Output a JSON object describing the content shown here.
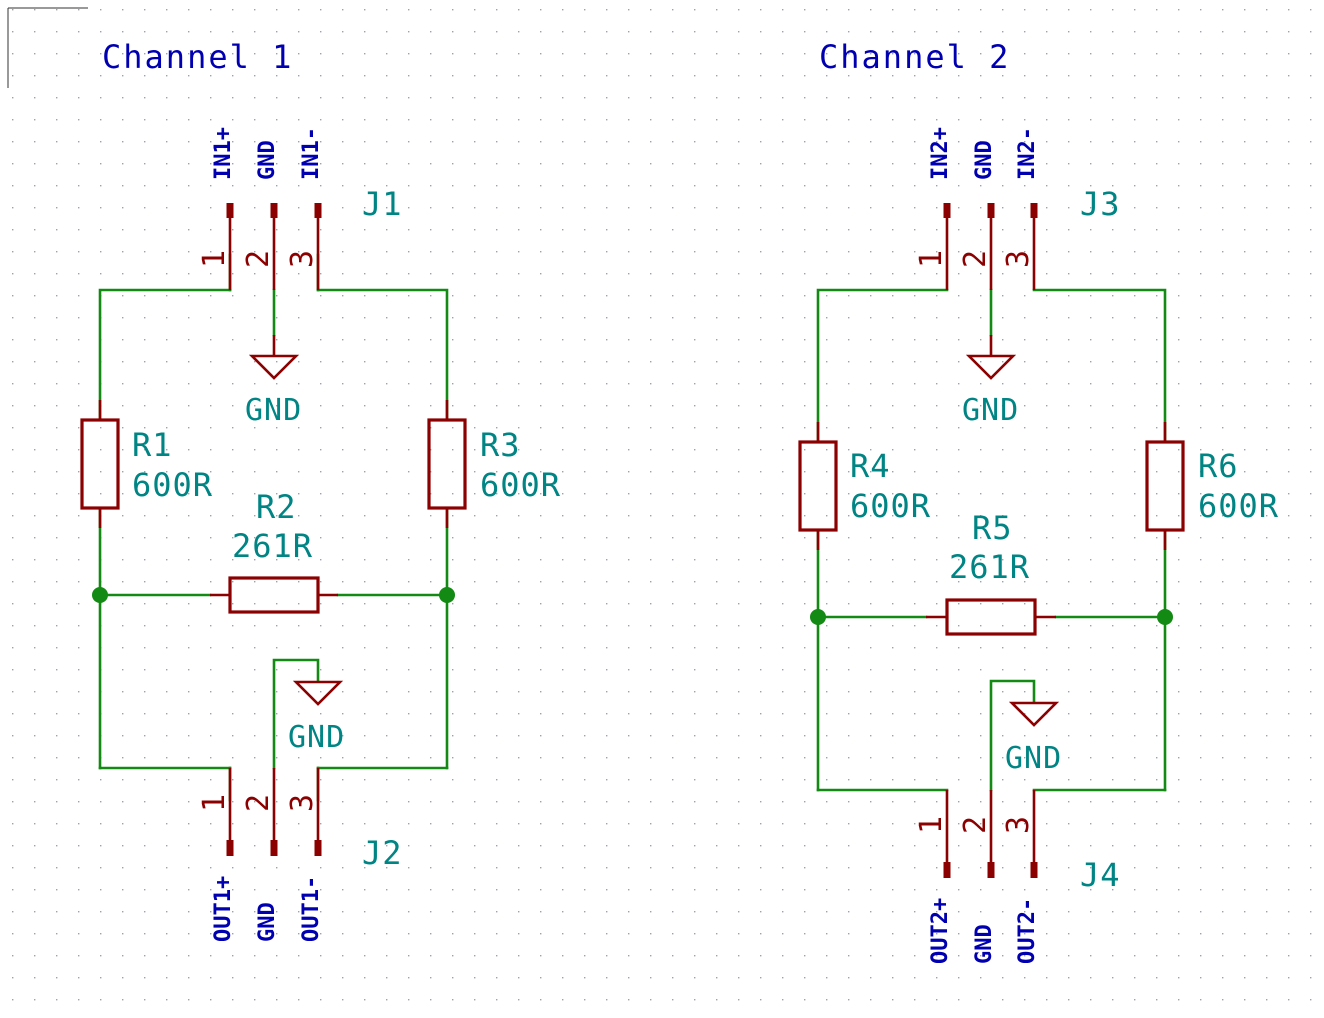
{
  "colors": {
    "wire": "#138a13",
    "component": "#8b0000",
    "reference": "#008484",
    "net_label": "#0000b0",
    "grid": "#9aa3b0"
  },
  "channels": [
    {
      "title": "Channel 1",
      "input_connector": {
        "ref": "J1",
        "pins": [
          "1",
          "2",
          "3"
        ],
        "nets": [
          "IN1+",
          "GND",
          "IN1-"
        ]
      },
      "output_connector": {
        "ref": "J2",
        "pins": [
          "1",
          "2",
          "3"
        ],
        "nets": [
          "OUT1+",
          "GND",
          "OUT1-"
        ]
      },
      "resistors": [
        {
          "ref": "R1",
          "value": "600R"
        },
        {
          "ref": "R2",
          "value": "261R"
        },
        {
          "ref": "R3",
          "value": "600R"
        }
      ],
      "ground_labels": [
        "GND",
        "GND"
      ]
    },
    {
      "title": "Channel 2",
      "input_connector": {
        "ref": "J3",
        "pins": [
          "1",
          "2",
          "3"
        ],
        "nets": [
          "IN2+",
          "GND",
          "IN2-"
        ]
      },
      "output_connector": {
        "ref": "J4",
        "pins": [
          "1",
          "2",
          "3"
        ],
        "nets": [
          "OUT2+",
          "GND",
          "OUT2-"
        ]
      },
      "resistors": [
        {
          "ref": "R4",
          "value": "600R"
        },
        {
          "ref": "R5",
          "value": "261R"
        },
        {
          "ref": "R6",
          "value": "600R"
        }
      ],
      "ground_labels": [
        "GND",
        "GND"
      ]
    }
  ]
}
